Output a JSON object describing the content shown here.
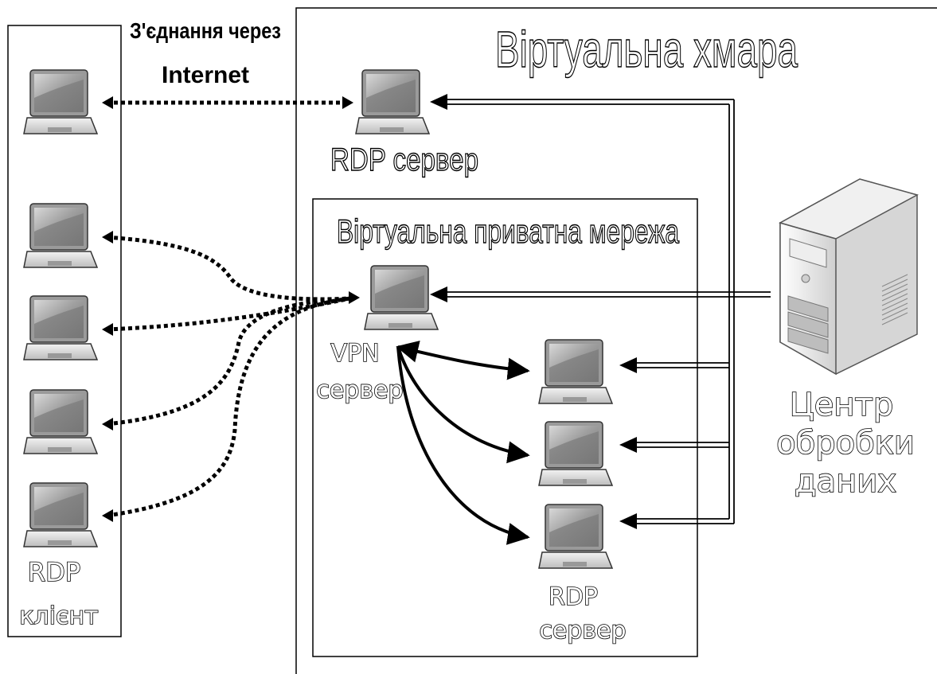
{
  "labels": {
    "internet_connection_line1": "З'єднання через",
    "internet_connection_line2": "Internet",
    "virtual_cloud": "Віртуальна хмара",
    "rdp_server_top": "RDP сервер",
    "vpn_title": "Віртуальна приватна мережа",
    "vpn_server_line1": "VPN",
    "vpn_server_line2": "сервер",
    "rdp_server_bottom_line1": "RDP",
    "rdp_server_bottom_line2": "сервер",
    "rdp_client_line1": "RDP",
    "rdp_client_line2": "клієнт",
    "data_center_line1": "Центр",
    "data_center_line2": "обробки",
    "data_center_line3": "даних"
  },
  "icons": {
    "computer": "laptop-icon",
    "data_center": "server-tower-icon"
  },
  "colors": {
    "stroke": "#000000",
    "laptop_screen": "#8a8a8a",
    "laptop_body": "#d9d9d9",
    "server_body": "#e6e6e6"
  }
}
